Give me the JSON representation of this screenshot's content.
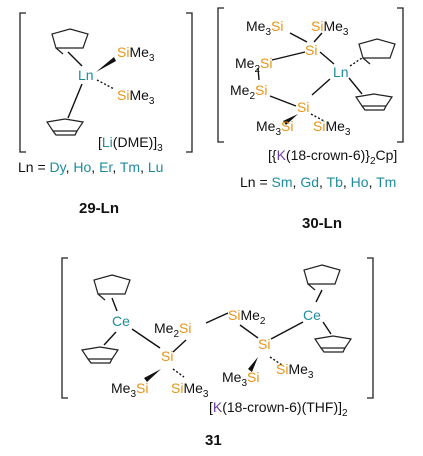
{
  "colors": {
    "silicon": "#E8941A",
    "metal": "#1E8C9E",
    "potassium": "#6B3FA0",
    "text": "#111111"
  },
  "s29": {
    "metal": "Ln",
    "si1": "Si",
    "si2": "Si",
    "me3": "Me",
    "sub3": "3",
    "cation_a": "[",
    "cation_li": "Li",
    "cation_b": "(DME)",
    "cation_c": "]",
    "cation_sub": "3",
    "ln_eq": "Ln = ",
    "ln_list": [
      {
        "t": "Dy"
      },
      {
        "t": ", ",
        "sep": true
      },
      {
        "t": "Ho"
      },
      {
        "t": ", ",
        "sep": true
      },
      {
        "t": "Er"
      },
      {
        "t": ", ",
        "sep": true
      },
      {
        "t": "Tm"
      },
      {
        "t": ", ",
        "sep": true
      },
      {
        "t": "Lu"
      }
    ],
    "label": "29-Ln"
  },
  "s30": {
    "metal": "Ln",
    "si": "Si",
    "me": "Me",
    "me2": "Me",
    "sub3": "3",
    "sub2": "2",
    "cation_a": "[{",
    "cation_k": "K",
    "cation_b": "(18-crown-6)}",
    "cation_sub": "2",
    "cation_c": "Cp]",
    "ln_eq": "Ln = ",
    "ln_list": [
      {
        "t": "Sm"
      },
      {
        "t": ", ",
        "sep": true
      },
      {
        "t": "Gd"
      },
      {
        "t": ", ",
        "sep": true
      },
      {
        "t": "Tb"
      },
      {
        "t": ", ",
        "sep": true
      },
      {
        "t": "Ho"
      },
      {
        "t": ", ",
        "sep": true
      },
      {
        "t": "Tm"
      }
    ],
    "label": "30-Ln"
  },
  "s31": {
    "metal": "Ce",
    "si": "Si",
    "me": "Me",
    "sub3": "3",
    "sub2": "2",
    "cation_a": "[",
    "cation_k": "K",
    "cation_b": "(18-crown-6)(THF)]",
    "cation_sub": "2",
    "label": "31"
  }
}
